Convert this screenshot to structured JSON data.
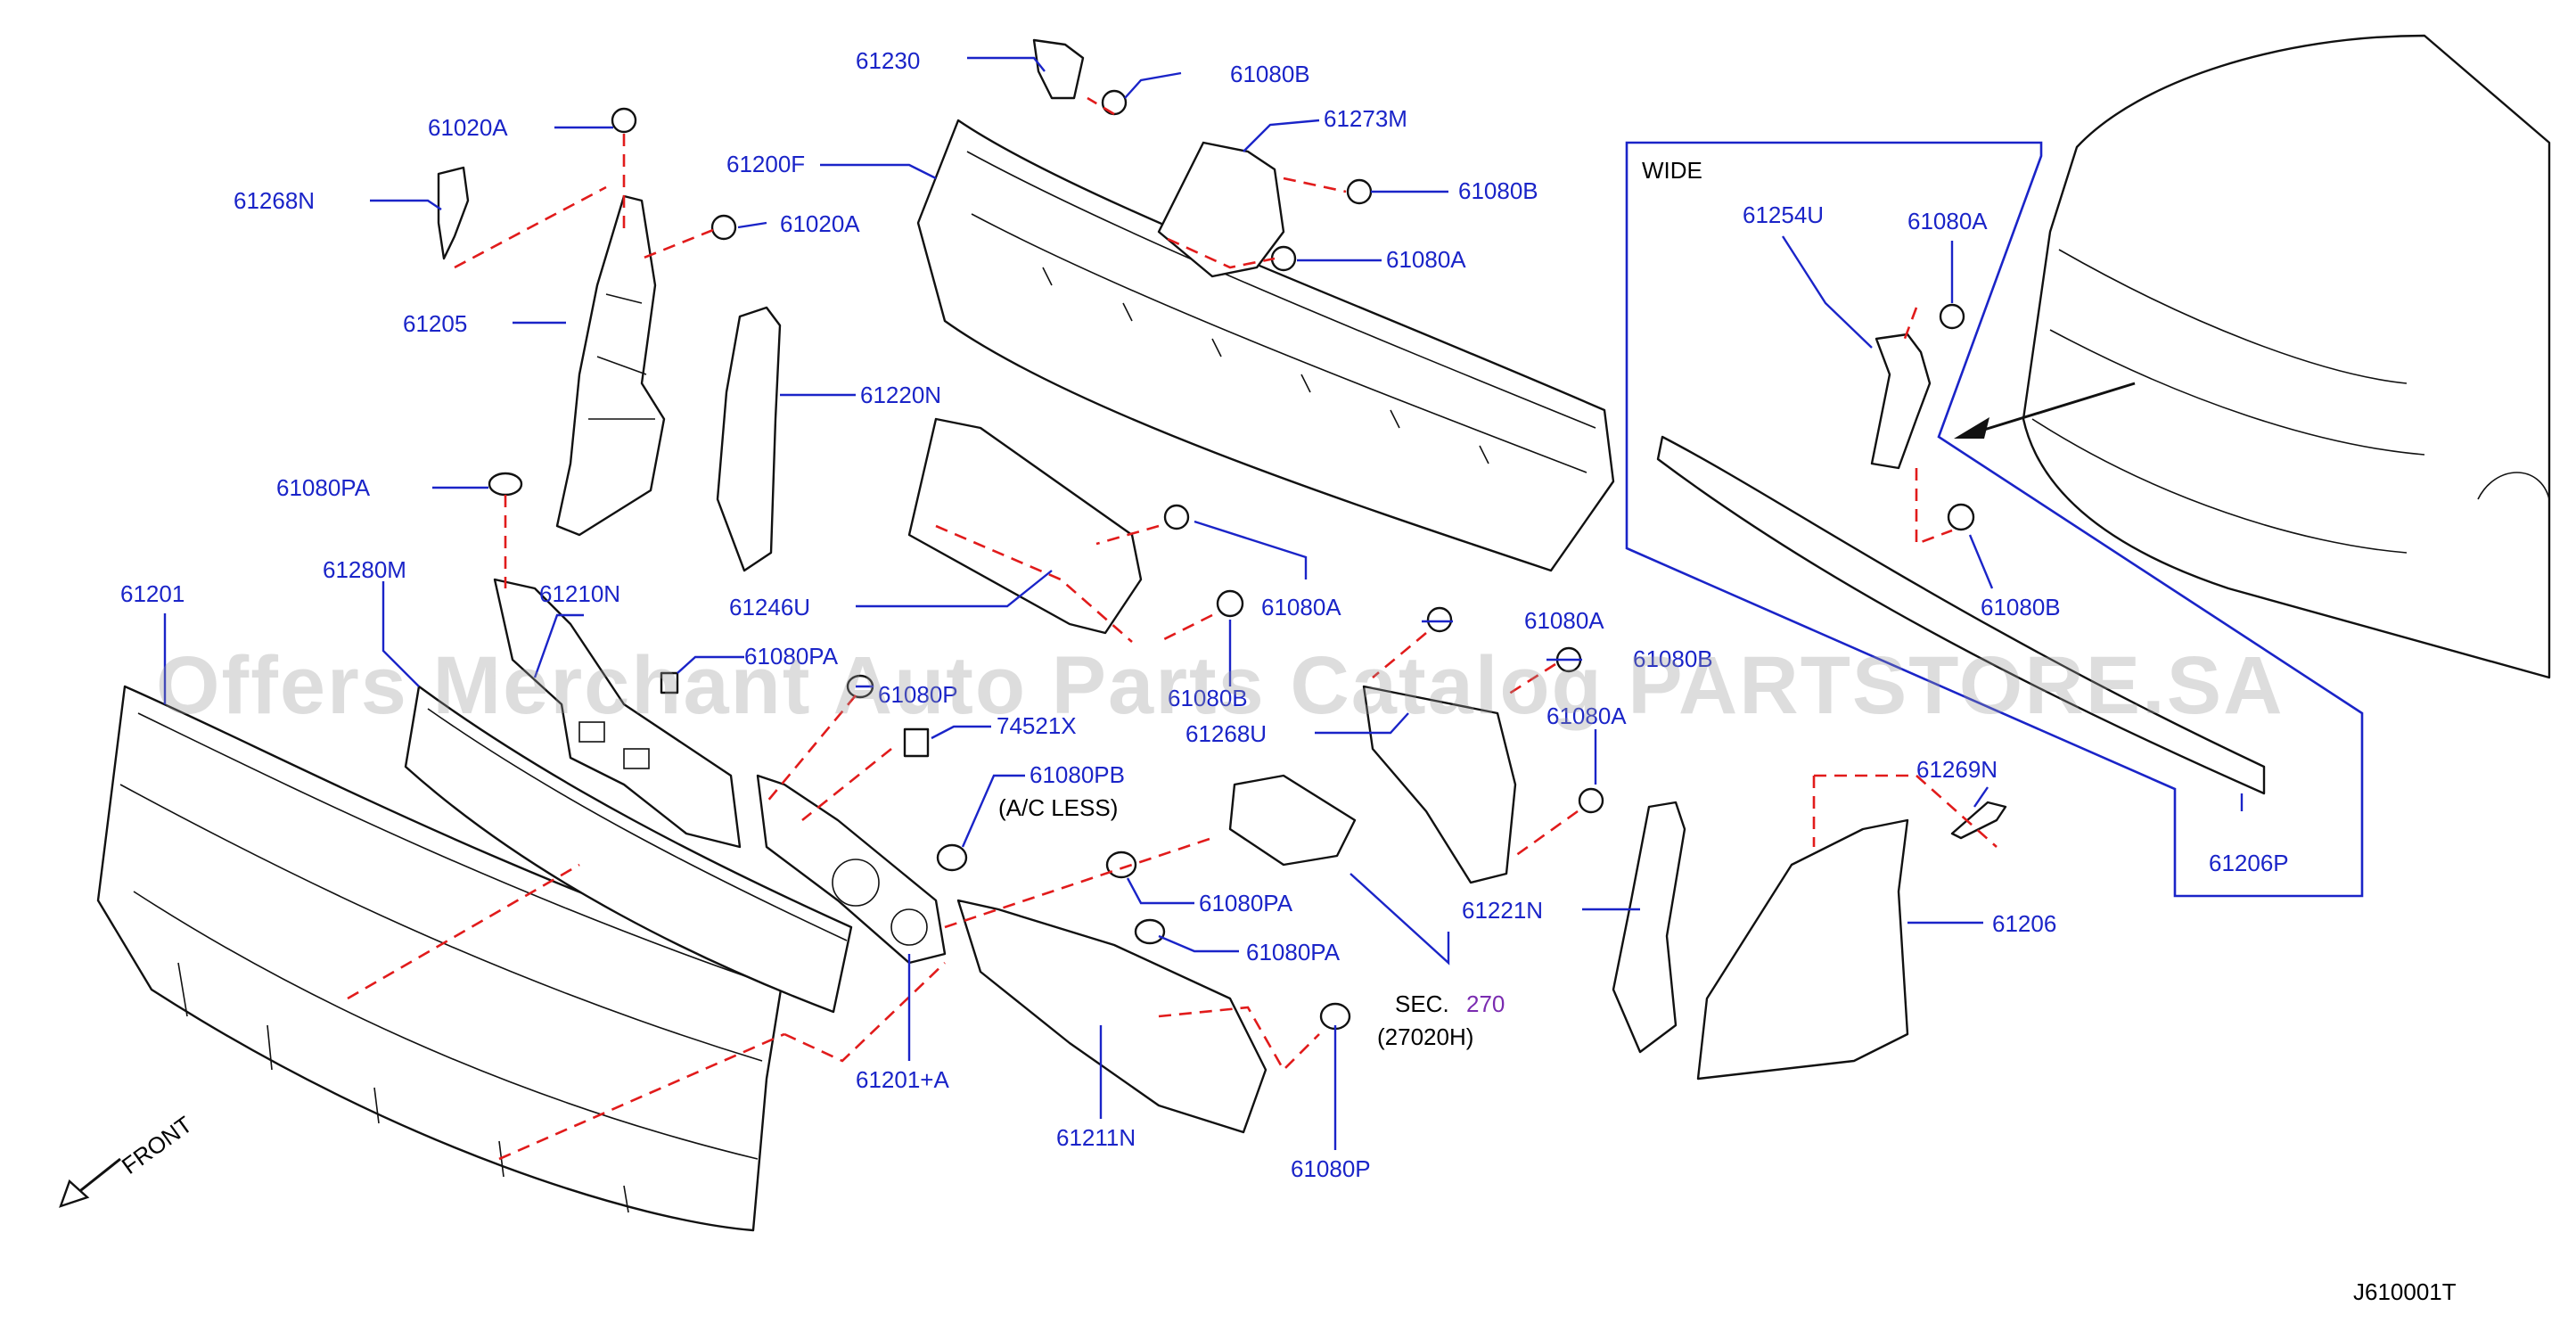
{
  "watermark": "Offers Merchant Auto Parts Catalog PARTSTORE.SA",
  "drawing_code": "J610001T",
  "front_label": "FRONT",
  "inset": {
    "title": "WIDE",
    "labels": [
      "61254U",
      "61080A",
      "61080B",
      "61206P"
    ]
  },
  "section_ref": {
    "prefix": "SEC.",
    "number": "270",
    "part": "(27020H)"
  },
  "callouts": {
    "c61230": "61230",
    "c61080B_top": "61080B",
    "c61273M": "61273M",
    "c61080B_right": "61080B",
    "c61080A_right": "61080A",
    "c61020A_top": "61020A",
    "c61200F": "61200F",
    "c61268N": "61268N",
    "c61020A_mid": "61020A",
    "c61205": "61205",
    "c61220N": "61220N",
    "c61080PA_left": "61080PA",
    "c61201": "61201",
    "c61280M": "61280M",
    "c61210N": "61210N",
    "c61246U": "61246U",
    "c61080A_center": "61080A",
    "c61080PA_mid": "61080PA",
    "c61080P_partial": "61080P",
    "c61080B_center": "61080B",
    "c74521X": "74521X",
    "c61268U": "61268U",
    "c61080A_r2": "61080A",
    "c61080B_r2": "61080B",
    "c61080A_r3": "61080A",
    "c61080PB": "61080PB",
    "ac_less": "(A/C  LESS)",
    "c61080PA_low1": "61080PA",
    "c61080PA_low2": "61080PA",
    "c61201A": "61201+A",
    "c61211N": "61211N",
    "c61080P": "61080P",
    "c61221N": "61221N",
    "c61269N": "61269N",
    "c61206": "61206"
  }
}
